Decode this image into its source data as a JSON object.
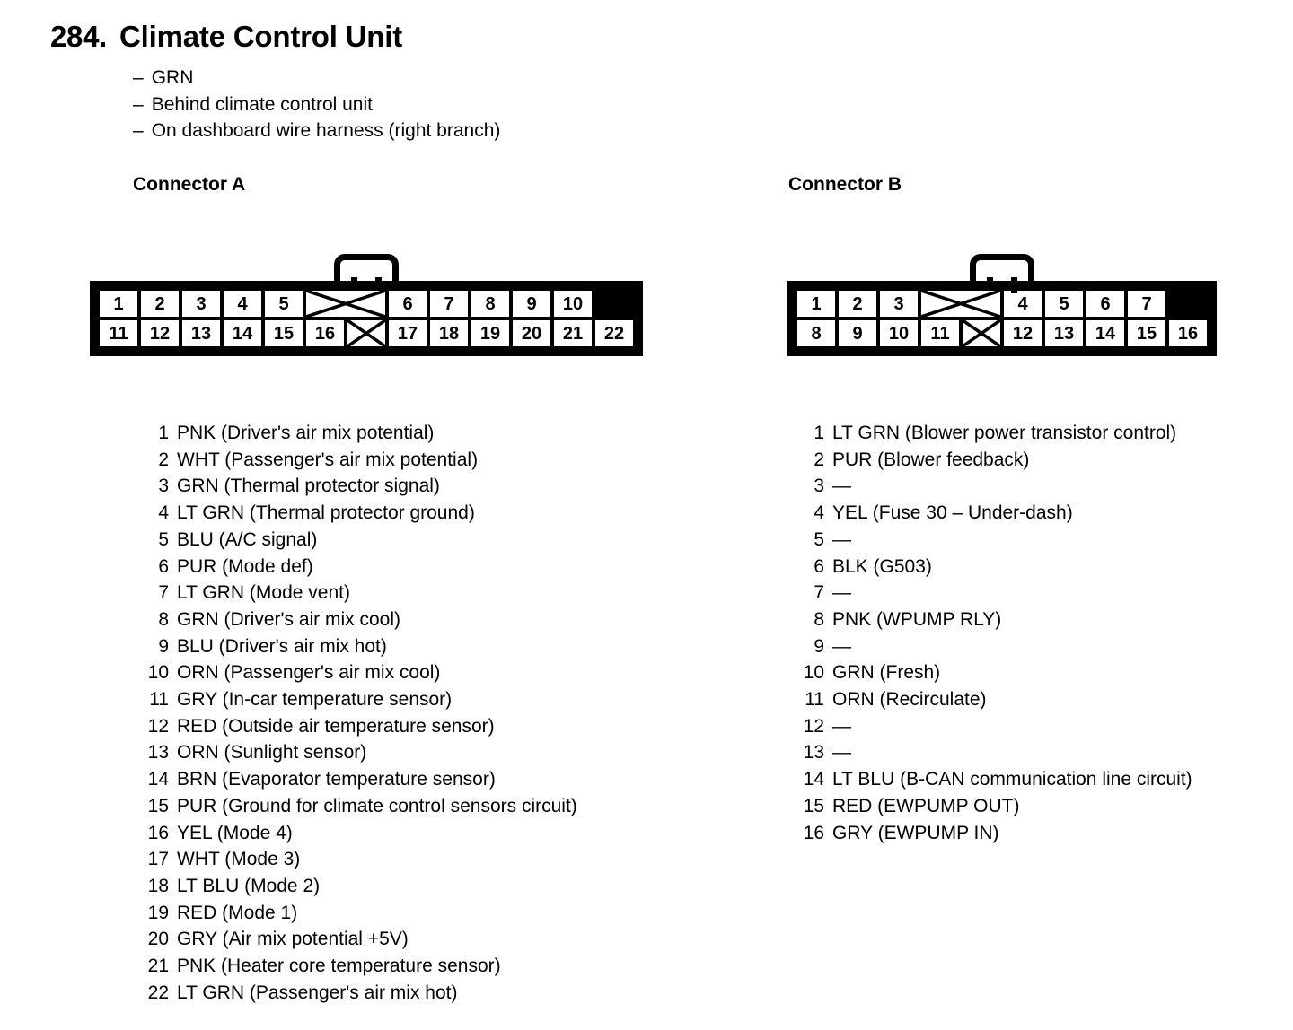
{
  "header": {
    "number": "284.",
    "title": "Climate Control Unit"
  },
  "subtitles": [
    {
      "dash": "–",
      "text": "GRN"
    },
    {
      "dash": "–",
      "text": "Behind climate control unit"
    },
    {
      "dash": "–",
      "text": "On dashboard wire harness (right branch)"
    }
  ],
  "connector_a": {
    "heading": "Connector A",
    "diagram": {
      "top_row": [
        "1",
        "2",
        "3",
        "4",
        "5",
        "BLANK2",
        "6",
        "7",
        "8",
        "9",
        "10"
      ],
      "bottom_row": [
        "11",
        "12",
        "13",
        "14",
        "15",
        "16",
        "BLANK1",
        "17",
        "18",
        "19",
        "20",
        "21",
        "22"
      ]
    },
    "pins": [
      {
        "number": "1",
        "desc": "PNK (Driver's air mix potential)"
      },
      {
        "number": "2",
        "desc": "WHT (Passenger's air mix potential)"
      },
      {
        "number": "3",
        "desc": "GRN (Thermal protector signal)"
      },
      {
        "number": "4",
        "desc": "LT GRN (Thermal protector ground)"
      },
      {
        "number": "5",
        "desc": "BLU (A/C signal)"
      },
      {
        "number": "6",
        "desc": "PUR (Mode def)"
      },
      {
        "number": "7",
        "desc": "LT GRN (Mode vent)"
      },
      {
        "number": "8",
        "desc": "GRN (Driver's air mix cool)"
      },
      {
        "number": "9",
        "desc": "BLU (Driver's air mix hot)"
      },
      {
        "number": "10",
        "desc": "ORN (Passenger's air mix cool)"
      },
      {
        "number": "11",
        "desc": "GRY (In-car temperature sensor)"
      },
      {
        "number": "12",
        "desc": "RED (Outside air temperature sensor)"
      },
      {
        "number": "13",
        "desc": "ORN (Sunlight sensor)"
      },
      {
        "number": "14",
        "desc": "BRN (Evaporator temperature sensor)"
      },
      {
        "number": "15",
        "desc": "PUR (Ground for climate control sensors circuit)"
      },
      {
        "number": "16",
        "desc": "YEL (Mode 4)"
      },
      {
        "number": "17",
        "desc": "WHT (Mode 3)"
      },
      {
        "number": "18",
        "desc": "LT BLU (Mode 2)"
      },
      {
        "number": "19",
        "desc": "RED (Mode 1)"
      },
      {
        "number": "20",
        "desc": "GRY (Air mix potential +5V)"
      },
      {
        "number": "21",
        "desc": "PNK (Heater core temperature sensor)"
      },
      {
        "number": "22",
        "desc": "LT GRN (Passenger's air mix hot)"
      }
    ]
  },
  "connector_b": {
    "heading": "Connector B",
    "diagram": {
      "top_row": [
        "1",
        "2",
        "3",
        "BLANK2",
        "4",
        "5",
        "6",
        "7"
      ],
      "bottom_row": [
        "8",
        "9",
        "10",
        "11",
        "BLANK1",
        "12",
        "13",
        "14",
        "15",
        "16"
      ]
    },
    "pins": [
      {
        "number": "1",
        "desc": "LT GRN (Blower power transistor control)"
      },
      {
        "number": "2",
        "desc": "PUR (Blower feedback)"
      },
      {
        "number": "3",
        "desc": "—"
      },
      {
        "number": "4",
        "desc": "YEL (Fuse 30 – Under-dash)"
      },
      {
        "number": "5",
        "desc": "—"
      },
      {
        "number": "6",
        "desc": "BLK (G503)"
      },
      {
        "number": "7",
        "desc": "—"
      },
      {
        "number": "8",
        "desc": "PNK (WPUMP RLY)"
      },
      {
        "number": "9",
        "desc": "—"
      },
      {
        "number": "10",
        "desc": "GRN (Fresh)"
      },
      {
        "number": "11",
        "desc": "ORN (Recirculate)"
      },
      {
        "number": "12",
        "desc": "—"
      },
      {
        "number": "13",
        "desc": "—"
      },
      {
        "number": "14",
        "desc": "LT BLU (B-CAN communication line circuit)"
      },
      {
        "number": "15",
        "desc": "RED (EWPUMP OUT)"
      },
      {
        "number": "16",
        "desc": "GRY (EWPUMP IN)"
      }
    ]
  },
  "colors": {
    "ink": "#000000",
    "paper": "#ffffff"
  }
}
